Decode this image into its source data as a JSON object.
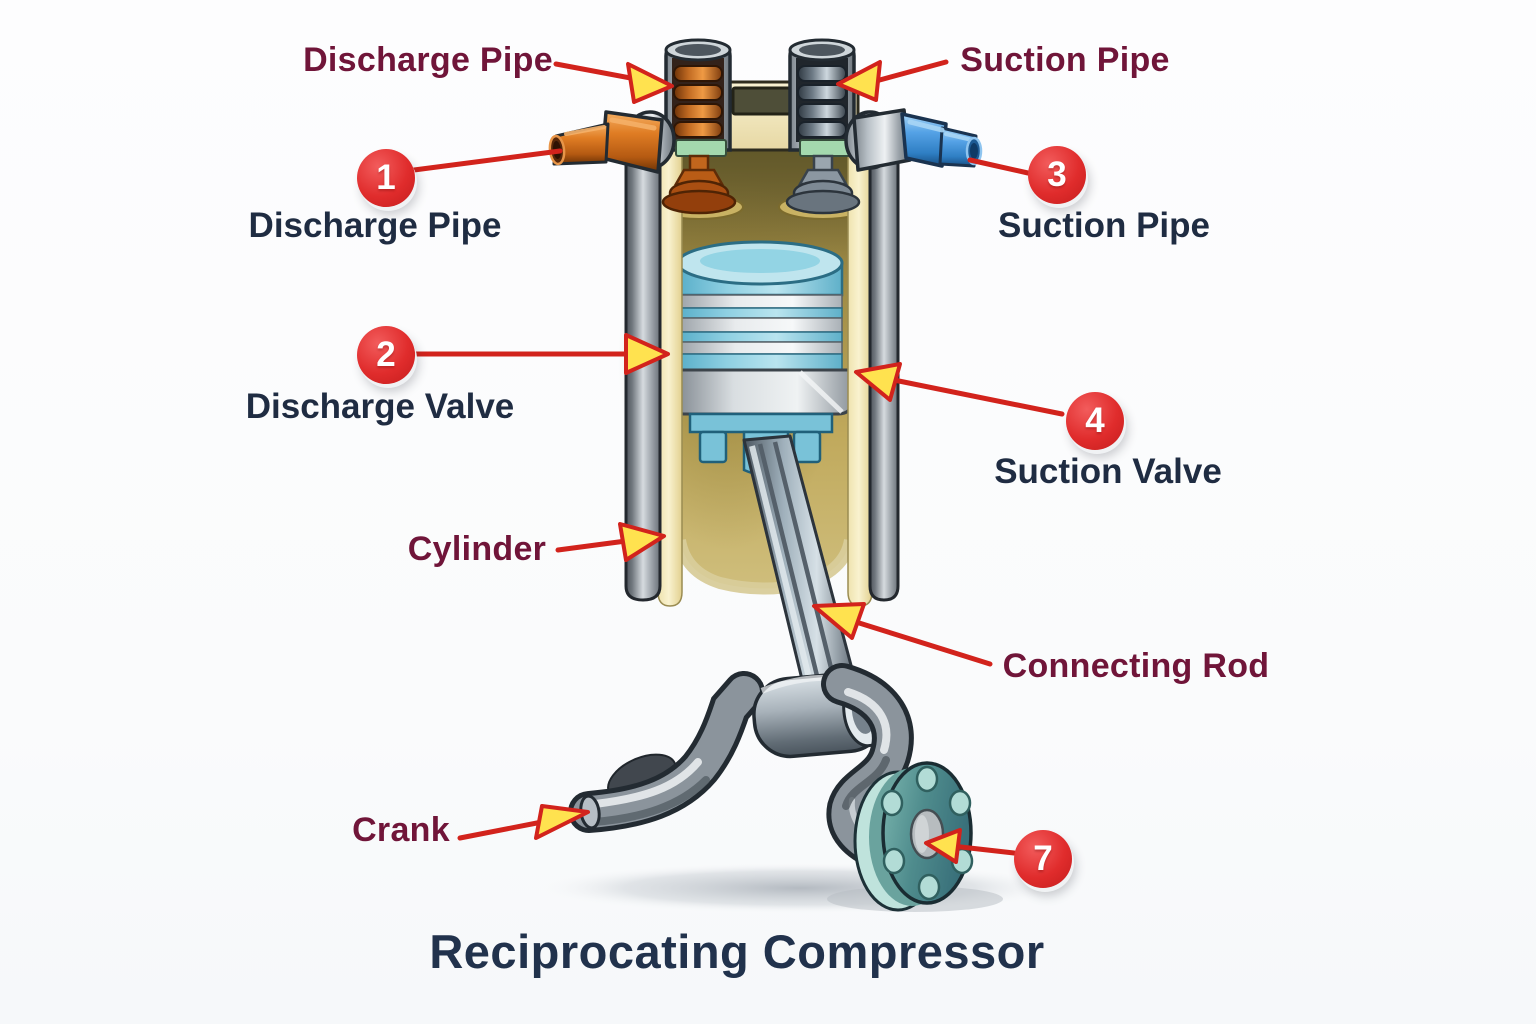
{
  "title": "Reciprocating Compressor",
  "annotations": {
    "discharge_pipe_pointer": {
      "label": "Discharge Pipe"
    },
    "suction_pipe_pointer": {
      "label": "Suction Pipe"
    },
    "callout_1": {
      "number": "1",
      "label": "Discharge Pipe"
    },
    "callout_2": {
      "number": "2",
      "label": "Discharge Valve"
    },
    "callout_3": {
      "number": "3",
      "label": "Suction Pipe"
    },
    "callout_4": {
      "number": "4",
      "label": "Suction Valve"
    },
    "callout_7": {
      "number": "7"
    },
    "cylinder_pointer": {
      "label": "Cylinder"
    },
    "connecting_rod_pointer": {
      "label": "Connecting Rod"
    },
    "crank_pointer": {
      "label": "Crank"
    }
  },
  "colors": {
    "label_maroon": "#701539",
    "label_navy": "#1f2c42",
    "badge_red": "#e02c2c",
    "arrow_red": "#d2231c",
    "arrowhead_yellow": "#ffe24f",
    "cylinder_gold": "#c0a95c",
    "piston_blue": "#8fd0e2",
    "flange_teal": "#4f8c8d",
    "discharge_pipe_copper": "#e07d24",
    "suction_pipe_blue": "#55a2e6"
  }
}
